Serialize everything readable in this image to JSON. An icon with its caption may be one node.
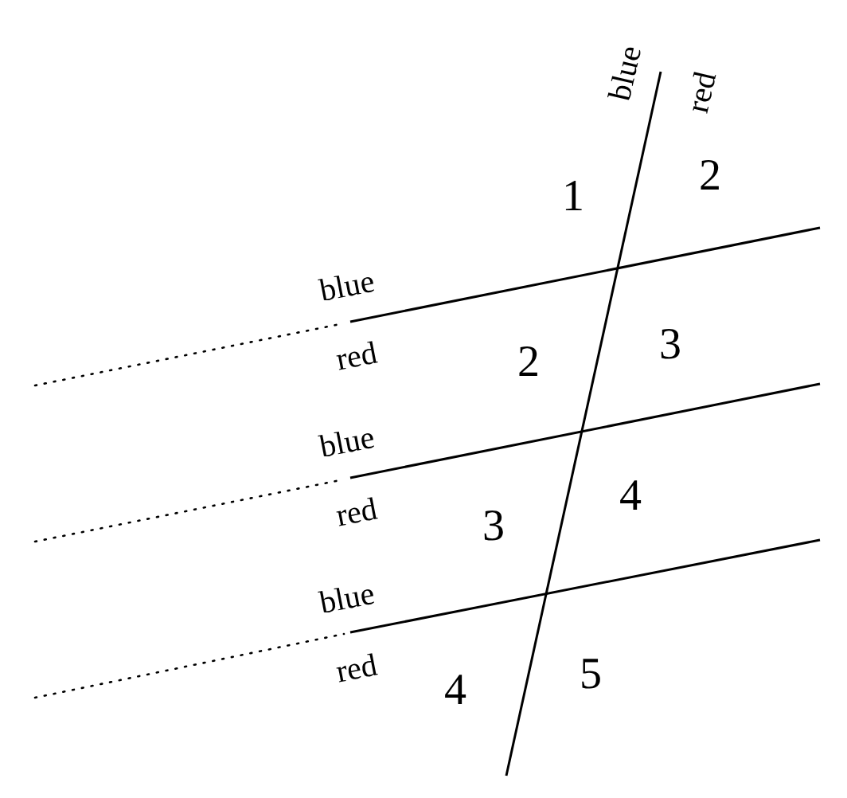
{
  "diagram": {
    "labels": [
      "blue",
      "red",
      "1",
      "2",
      "blue",
      "red",
      "2",
      "3",
      "blue",
      "red",
      "3",
      "4",
      "blue",
      "red",
      "4",
      "5"
    ]
  }
}
